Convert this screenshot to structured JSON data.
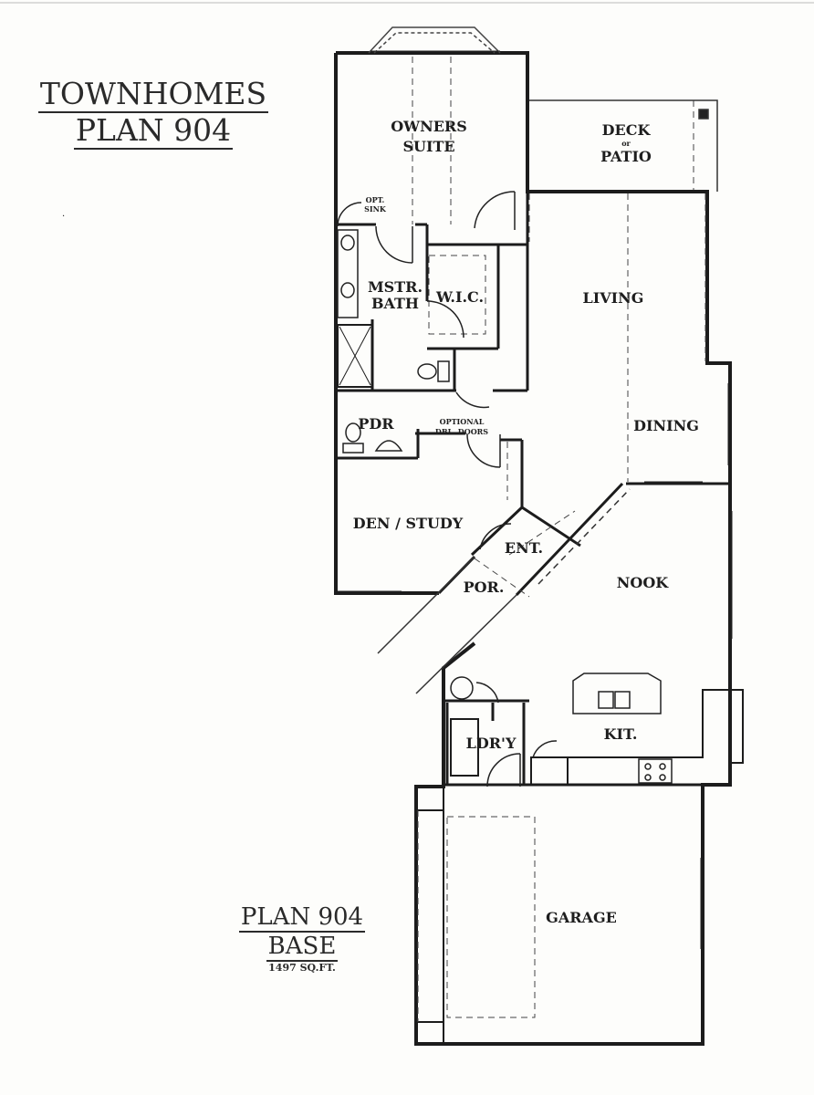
{
  "header": {
    "line1": "TOWNHOMES",
    "line2": "PLAN 904"
  },
  "footer": {
    "line1": "PLAN 904",
    "line2": "BASE",
    "area": "1497 SQ.FT."
  },
  "rooms": {
    "owners_suite_1": "OWNERS",
    "owners_suite_2": "SUITE",
    "deck_1": "DECK",
    "deck_or": "or",
    "deck_2": "PATIO",
    "opt_sink_1": "OPT.",
    "opt_sink_2": "SINK",
    "mstr_bath_1": "MSTR.",
    "mstr_bath_2": "BATH",
    "wic": "W.I.C.",
    "living": "LIVING",
    "dining": "DINING",
    "pdr": "PDR",
    "optional_1": "OPTIONAL",
    "optional_2": "DBL. DOORS",
    "den_study": "DEN / STUDY",
    "ent": "ENT.",
    "por": "POR.",
    "nook": "NOOK",
    "kit": "KIT.",
    "ldry": "LDR'Y",
    "garage": "GARAGE"
  }
}
